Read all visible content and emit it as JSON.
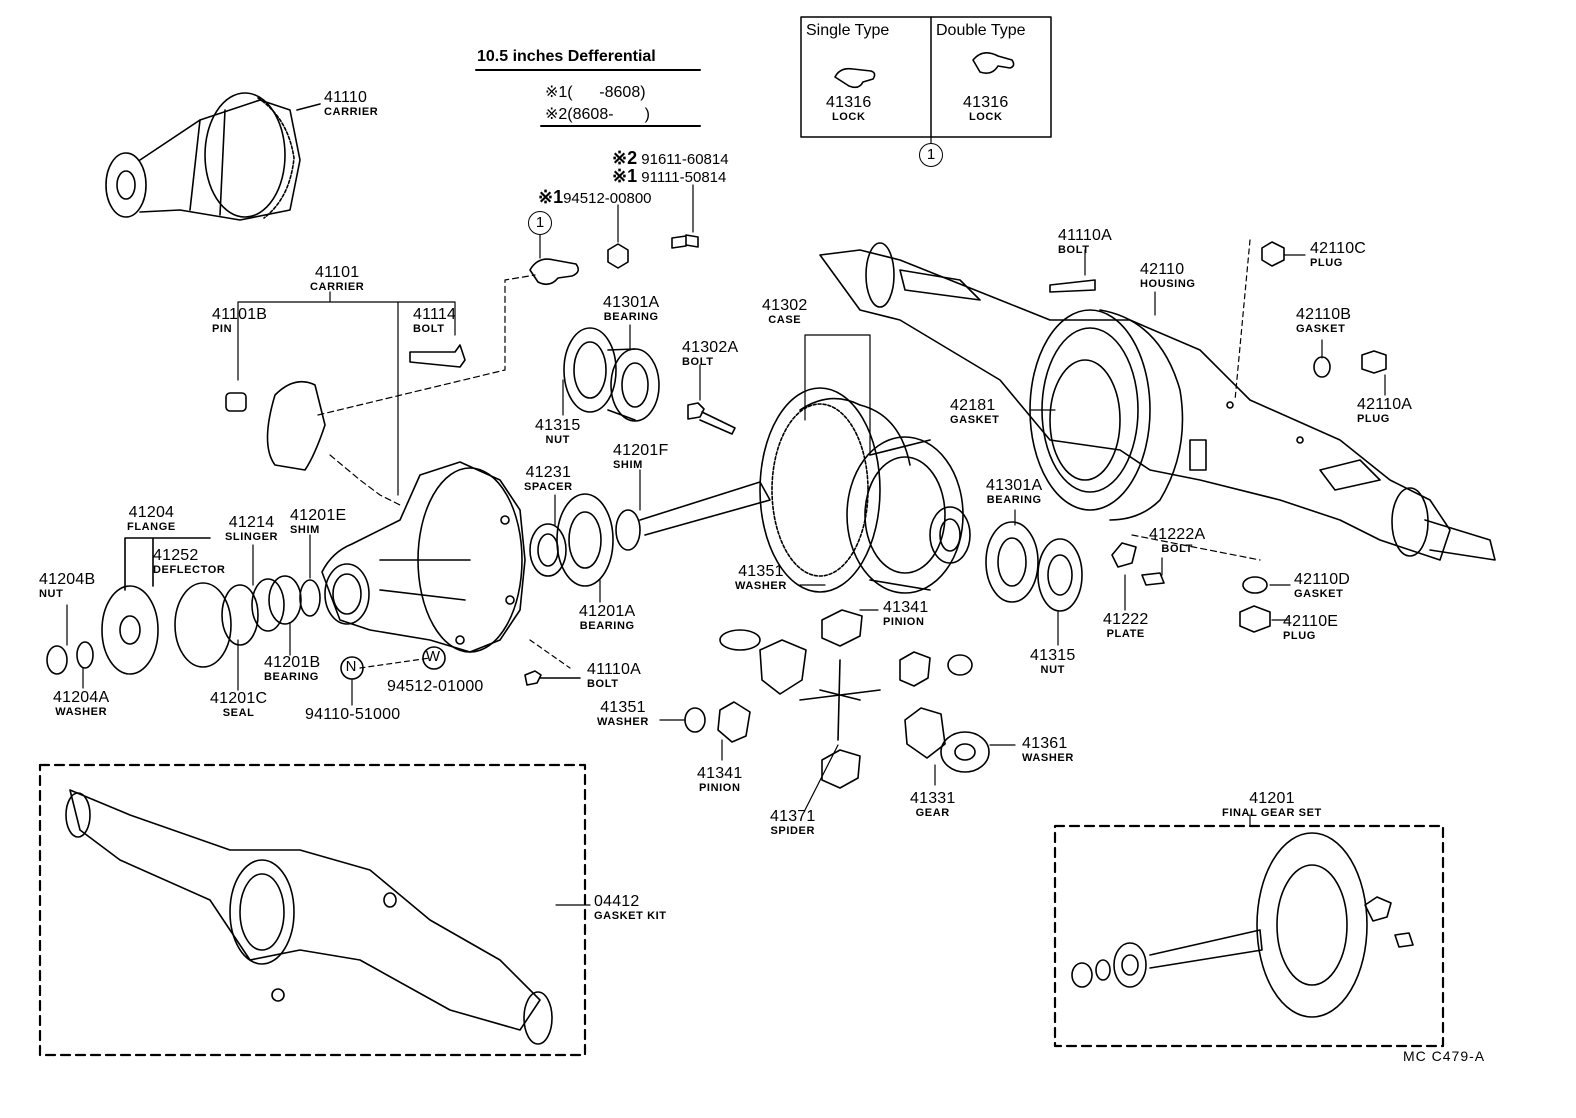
{
  "header": {
    "title": "10.5 inches Defferential",
    "spec_1": "※1(      -8608)",
    "spec_2": "※2(8608-       )"
  },
  "lock_table": {
    "single_header": "Single Type",
    "double_header": "Double Type",
    "single_number": "41316",
    "single_desc": "LOCK",
    "double_number": "41316",
    "double_desc": "LOCK",
    "callout": "1"
  },
  "top_parts": {
    "p1_mark": "※2",
    "p1_number": "91611-60814",
    "p2_mark": "※1",
    "p2_number": "91111-50814",
    "p3_mark": "※1",
    "p3_number": "94512-00800",
    "callout": "1"
  },
  "parts": {
    "p41110": {
      "number": "41110",
      "desc": "CARRIER"
    },
    "p41101": {
      "number": "41101",
      "desc": "CARRIER"
    },
    "p41101B": {
      "number": "41101B",
      "desc": "PIN"
    },
    "p41114": {
      "number": "41114",
      "desc": "BOLT"
    },
    "p41301A_top": {
      "number": "41301A",
      "desc": "BEARING"
    },
    "p41315_top": {
      "number": "41315",
      "desc": "NUT"
    },
    "p41302": {
      "number": "41302",
      "desc": "CASE"
    },
    "p41302A": {
      "number": "41302A",
      "desc": "BOLT"
    },
    "p41110A_top": {
      "number": "41110A",
      "desc": "BOLT"
    },
    "p42110": {
      "number": "42110",
      "desc": "HOUSING"
    },
    "p42110C": {
      "number": "42110C",
      "desc": "PLUG"
    },
    "p42110B": {
      "number": "42110B",
      "desc": "GASKET"
    },
    "p42110A": {
      "number": "42110A",
      "desc": "PLUG"
    },
    "p42181": {
      "number": "42181",
      "desc": "GASKET"
    },
    "p41231": {
      "number": "41231",
      "desc": "SPACER"
    },
    "p41201F": {
      "number": "41201F",
      "desc": "SHIM"
    },
    "p41204": {
      "number": "41204",
      "desc": "FLANGE"
    },
    "p41214": {
      "number": "41214",
      "desc": "SLINGER"
    },
    "p41201E": {
      "number": "41201E",
      "desc": "SHIM"
    },
    "p41252": {
      "number": "41252",
      "desc": "DEFLECTOR"
    },
    "p41204B": {
      "number": "41204B",
      "desc": "NUT"
    },
    "p41204A": {
      "number": "41204A",
      "desc": "WASHER"
    },
    "p41201B": {
      "number": "41201B",
      "desc": "BEARING"
    },
    "p41201C": {
      "number": "41201C",
      "desc": "SEAL"
    },
    "p94110": {
      "number": "94110-51000",
      "desc": ""
    },
    "p94512": {
      "number": "94512-01000",
      "desc": ""
    },
    "p41201A": {
      "number": "41201A",
      "desc": "BEARING"
    },
    "p41110A_low": {
      "number": "41110A",
      "desc": "BOLT"
    },
    "p41351_top": {
      "number": "41351",
      "desc": "WASHER"
    },
    "p41341_top": {
      "number": "41341",
      "desc": "PINION"
    },
    "p41301A_right": {
      "number": "41301A",
      "desc": "BEARING"
    },
    "p41222A": {
      "number": "41222A",
      "desc": "BOLT"
    },
    "p41222": {
      "number": "41222",
      "desc": "PLATE"
    },
    "p41315_right": {
      "number": "41315",
      "desc": "NUT"
    },
    "p42110D": {
      "number": "42110D",
      "desc": "GASKET"
    },
    "p42110E": {
      "number": "42110E",
      "desc": "PLUG"
    },
    "p41351_low": {
      "number": "41351",
      "desc": "WASHER"
    },
    "p41341_low": {
      "number": "41341",
      "desc": "PINION"
    },
    "p41371": {
      "number": "41371",
      "desc": "SPIDER"
    },
    "p41331": {
      "number": "41331",
      "desc": "GEAR"
    },
    "p41361": {
      "number": "41361",
      "desc": "WASHER"
    },
    "p04412": {
      "number": "04412",
      "desc": "GASKET KIT"
    },
    "p41201": {
      "number": "41201",
      "desc": "FINAL GEAR SET"
    }
  },
  "circle_letters": {
    "n": "N",
    "w": "W"
  },
  "reference": "MC  C479-A"
}
